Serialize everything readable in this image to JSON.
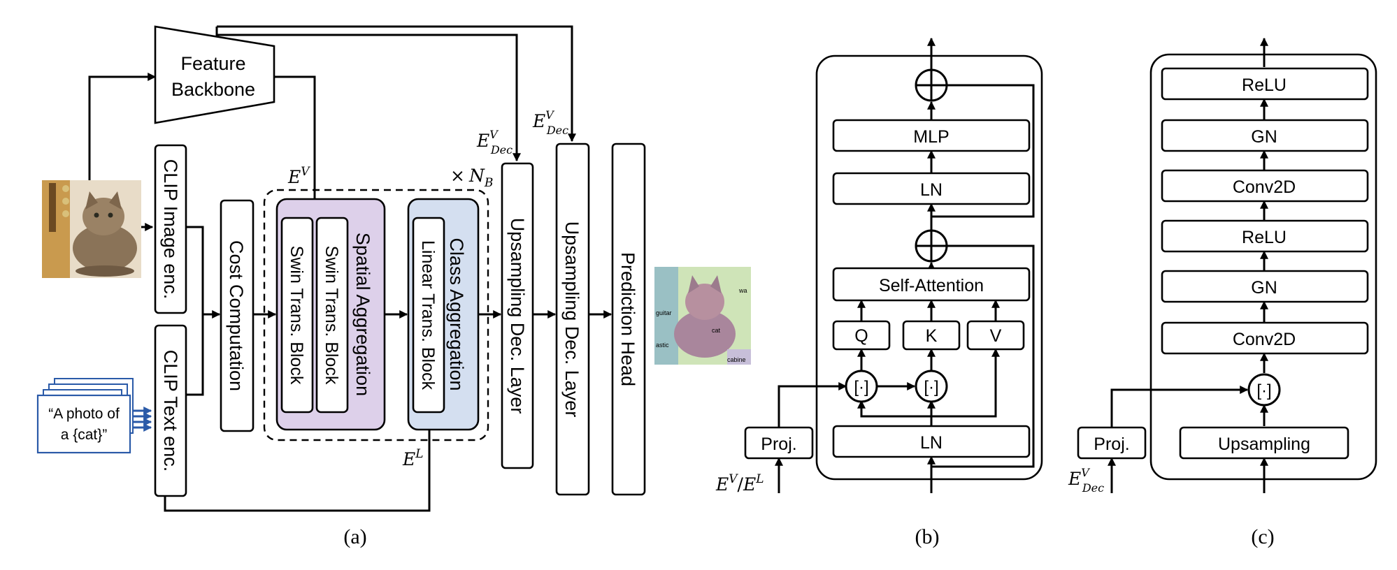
{
  "colors": {
    "spatial_fill": "#ddd0ea",
    "class_fill": "#d4dff0",
    "text_stack_stroke": "#2a5aa8"
  },
  "panel_a": {
    "caption": "(a)",
    "feature_backbone": {
      "line1": "Feature",
      "line2": "Backbone"
    },
    "clip_image_enc": "CLIP Image enc.",
    "clip_text_enc": "CLIP Text enc.",
    "cost_computation": "Cost Computation",
    "spatial_aggregation": "Spatial Aggregation",
    "swin_block_1": "Swin Trans. Block",
    "swin_block_2": "Swin Trans. Block",
    "class_aggregation": "Class Aggregation",
    "linear_block": "Linear Trans. Block",
    "upsampling_layer_1": "Upsampling Dec. Layer",
    "upsampling_layer_2": "Upsampling Dec. Layer",
    "prediction_head": "Prediction Head",
    "text_prompt": {
      "line1": "“A photo of",
      "line2": "a {cat}”"
    },
    "repeat_label": {
      "times": "×",
      "n": "N",
      "sub": "B"
    },
    "label_ev": {
      "base": "E",
      "sup": "V"
    },
    "label_el": {
      "base": "E",
      "sup": "L"
    },
    "label_edec_1": {
      "base": "E",
      "sup": "V",
      "sub": "Dec"
    },
    "label_edec_2": {
      "base": "E",
      "sup": "V",
      "sub": "Dec"
    },
    "segmentation_labels": [
      "wa",
      "guitar",
      "cat",
      "astic",
      "cabine"
    ]
  },
  "panel_b": {
    "caption": "(b)",
    "mlp": "MLP",
    "ln_top": "LN",
    "self_attention": "Self-Attention",
    "q": "Q",
    "k": "K",
    "v": "V",
    "concat_1": "[·]",
    "concat_2": "[·]",
    "ln_bottom": "LN",
    "proj": "Proj.",
    "input_label": {
      "e1": "E",
      "s1": "V",
      "slash": "/",
      "e2": "E",
      "s2": "L"
    }
  },
  "panel_c": {
    "caption": "(c)",
    "relu_top": "ReLU",
    "gn_top": "GN",
    "conv2d_top": "Conv2D",
    "relu_mid": "ReLU",
    "gn_mid": "GN",
    "conv2d_bottom": "Conv2D",
    "concat": "[·]",
    "upsampling": "Upsampling",
    "proj": "Proj.",
    "input_label": {
      "base": "E",
      "sup": "V",
      "sub": "Dec"
    }
  }
}
